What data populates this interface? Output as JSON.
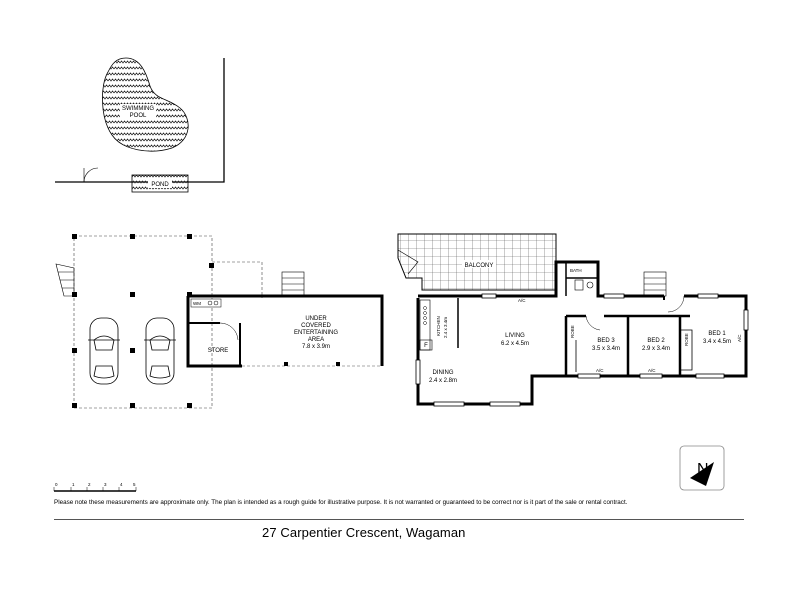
{
  "labels": {
    "swimming_pool": [
      "SWIMMING",
      "POOL"
    ],
    "pond": "POND",
    "balcony": "BALCONY",
    "bath": "BATH",
    "kitchen": [
      "KITCHEN",
      "2.4 x 3.4m"
    ],
    "living": [
      "LIVING",
      "6.2 x 4.5m"
    ],
    "dining": [
      "DINING",
      "2.4 x 2.8m"
    ],
    "bed3": [
      "BED 3",
      "3.5 x 3.4m"
    ],
    "bed2": [
      "BED 2",
      "2.9 x 3.4m"
    ],
    "bed1": [
      "BED 1",
      "3.4 x 4.5m"
    ],
    "entertaining": [
      "UNDER",
      "COVERED",
      "ENTERTAINING",
      "AREA",
      "7.8 x 3.9m"
    ],
    "store": "STORE",
    "ac": "A/C",
    "wm": "WM",
    "robe": "ROBE",
    "fridge": "F"
  },
  "scale_ticks": [
    "0",
    "1",
    "2",
    "3",
    "4",
    "5"
  ],
  "compass": "N",
  "disclaimer": "Please note these measurements are approximate only. The plan is intended as a rough guide for illustrative purpose. It is not warranted or guaranteed to be correct nor is it part of the sale or rental contract.",
  "address": "27 Carpentier Crescent, Wagaman"
}
